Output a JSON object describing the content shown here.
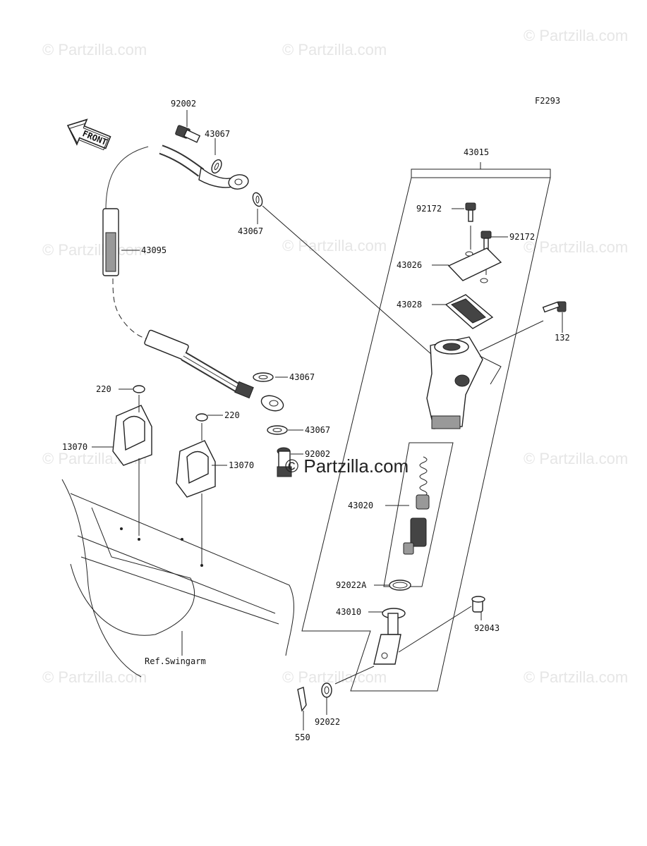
{
  "figure_code": "F2293",
  "front_label": "FRONT",
  "reference_note": "Ref.Swingarm",
  "watermark": "© Partzilla.com",
  "center_watermark": "© Partzilla.com",
  "callouts": {
    "c92002_top": "92002",
    "c43067_a": "43067",
    "c43067_b": "43067",
    "c43095": "43095",
    "c43015": "43015",
    "c92172_a": "92172",
    "c92172_b": "92172",
    "c43026": "43026",
    "c43028": "43028",
    "c132": "132",
    "c43067_c": "43067",
    "c220_a": "220",
    "c220_b": "220",
    "c43067_d": "43067",
    "c92002_bottom": "92002",
    "c13070_a": "13070",
    "c13070_b": "13070",
    "c43020": "43020",
    "c92022A": "92022A",
    "c43010": "43010",
    "c92043": "92043",
    "c550": "550",
    "c92022": "92022"
  }
}
